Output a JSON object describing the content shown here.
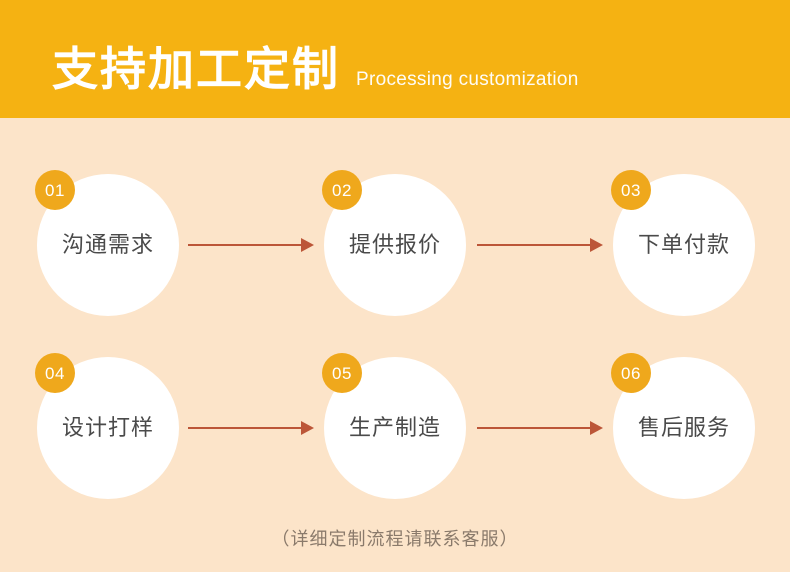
{
  "header": {
    "title_cn": "支持加工定制",
    "title_en": "Processing customization",
    "background_color": "#F5B212",
    "text_color": "#FFFFFF"
  },
  "theme": {
    "page_background": "#FCE4C9",
    "circle_fill": "#FFFFFF",
    "badge_color": "#EFA81C",
    "arrow_color": "#BC5638",
    "step_text_color": "#4A4A4A",
    "caption_color": "#8A7A6B"
  },
  "flow": {
    "steps": [
      {
        "number": "01",
        "label": "沟通需求"
      },
      {
        "number": "02",
        "label": "提供报价"
      },
      {
        "number": "03",
        "label": "下单付款"
      },
      {
        "number": "04",
        "label": "设计打样"
      },
      {
        "number": "05",
        "label": "生产制造"
      },
      {
        "number": "06",
        "label": "售后服务"
      }
    ]
  },
  "caption": {
    "text": "（详细定制流程请联系客服）"
  }
}
